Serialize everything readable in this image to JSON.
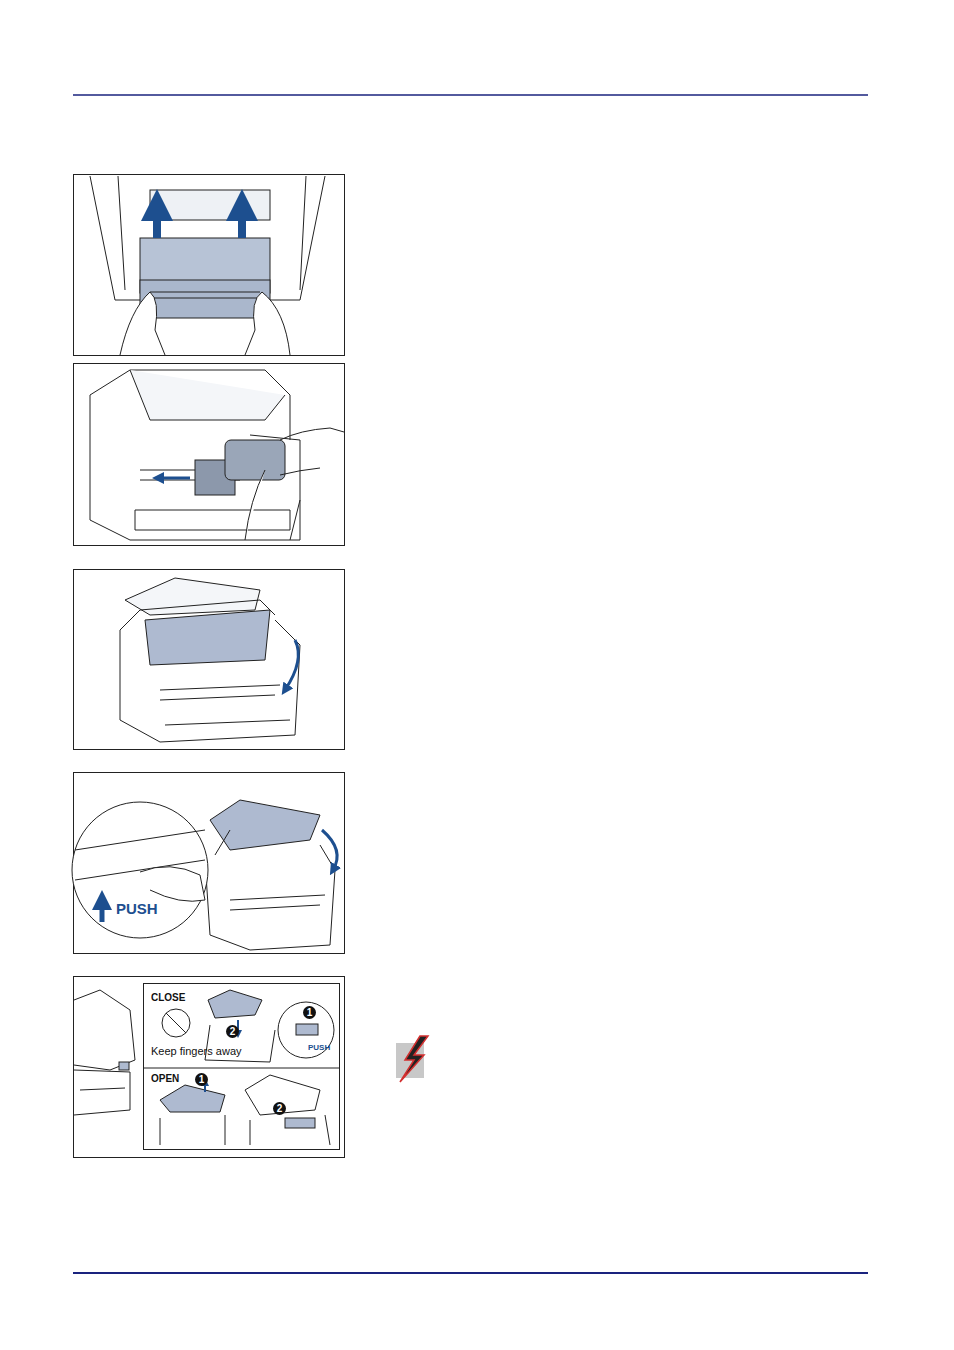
{
  "diagram": {
    "labels": [
      "PUSH",
      "CLOSE",
      "Keep fingers away",
      "1",
      "2",
      "PUSH",
      "OPEN",
      "1",
      "2"
    ]
  }
}
